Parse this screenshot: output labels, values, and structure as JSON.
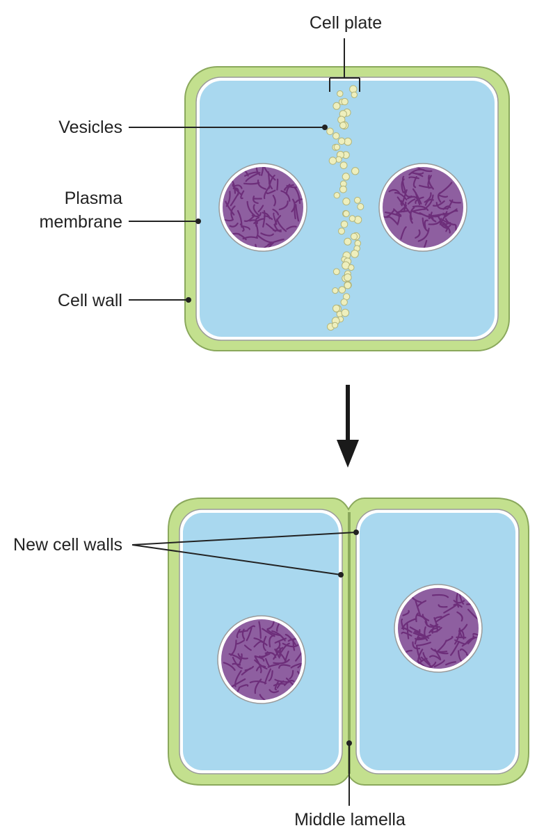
{
  "labels": {
    "cell_plate": "Cell plate",
    "vesicles": "Vesicles",
    "plasma_membrane_line1": "Plasma",
    "plasma_membrane_line2": "membrane",
    "cell_wall": "Cell wall",
    "new_cell_walls": "New cell walls",
    "middle_lamella": "Middle lamella"
  },
  "colors": {
    "cell_wall": "#c3e08e",
    "cell_wall_edge": "#8aa85c",
    "cytoplasm": "#a9d8ef",
    "membrane": "#ffffff",
    "membrane_edge": "#9a9a9a",
    "chromatin": "#6d2e7a",
    "nucleus_fill": "#8e5fa0",
    "vesicle": "#eeefbd",
    "vesicle_edge": "#b3b57a",
    "leader": "#222222",
    "arrow": "#1a1a1a"
  }
}
